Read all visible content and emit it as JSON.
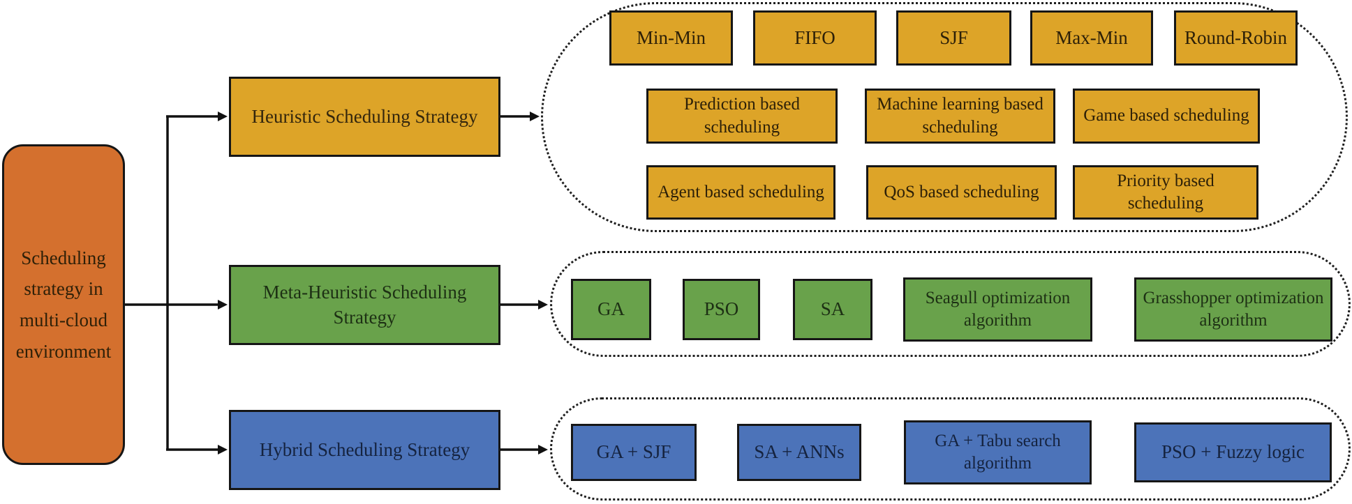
{
  "root": {
    "label": "Scheduling strategy in multi-cloud environment"
  },
  "branches": [
    {
      "name": "heuristic",
      "label": "Heuristic Scheduling Strategy",
      "items": [
        "Min-Min",
        "FIFO",
        "SJF",
        "Max-Min",
        "Round-Robin",
        "Prediction based scheduling",
        "Machine learning based scheduling",
        "Game based scheduling",
        "Agent based scheduling",
        "QoS based scheduling",
        "Priority based scheduling"
      ]
    },
    {
      "name": "meta-heuristic",
      "label": "Meta-Heuristic Scheduling Strategy",
      "items": [
        "GA",
        "PSO",
        "SA",
        "Seagull optimization algorithm",
        "Grasshopper optimization algorithm"
      ]
    },
    {
      "name": "hybrid",
      "label": "Hybrid Scheduling Strategy",
      "items": [
        "GA + SJF",
        "SA + ANNs",
        "GA + Tabu search algorithm",
        "PSO + Fuzzy logic"
      ]
    }
  ],
  "colors": {
    "orange": "#D4702E",
    "gold": "#DDA428",
    "green": "#69A24B",
    "blue": "#4C73B9",
    "line": "#111111",
    "border": "#161616"
  }
}
